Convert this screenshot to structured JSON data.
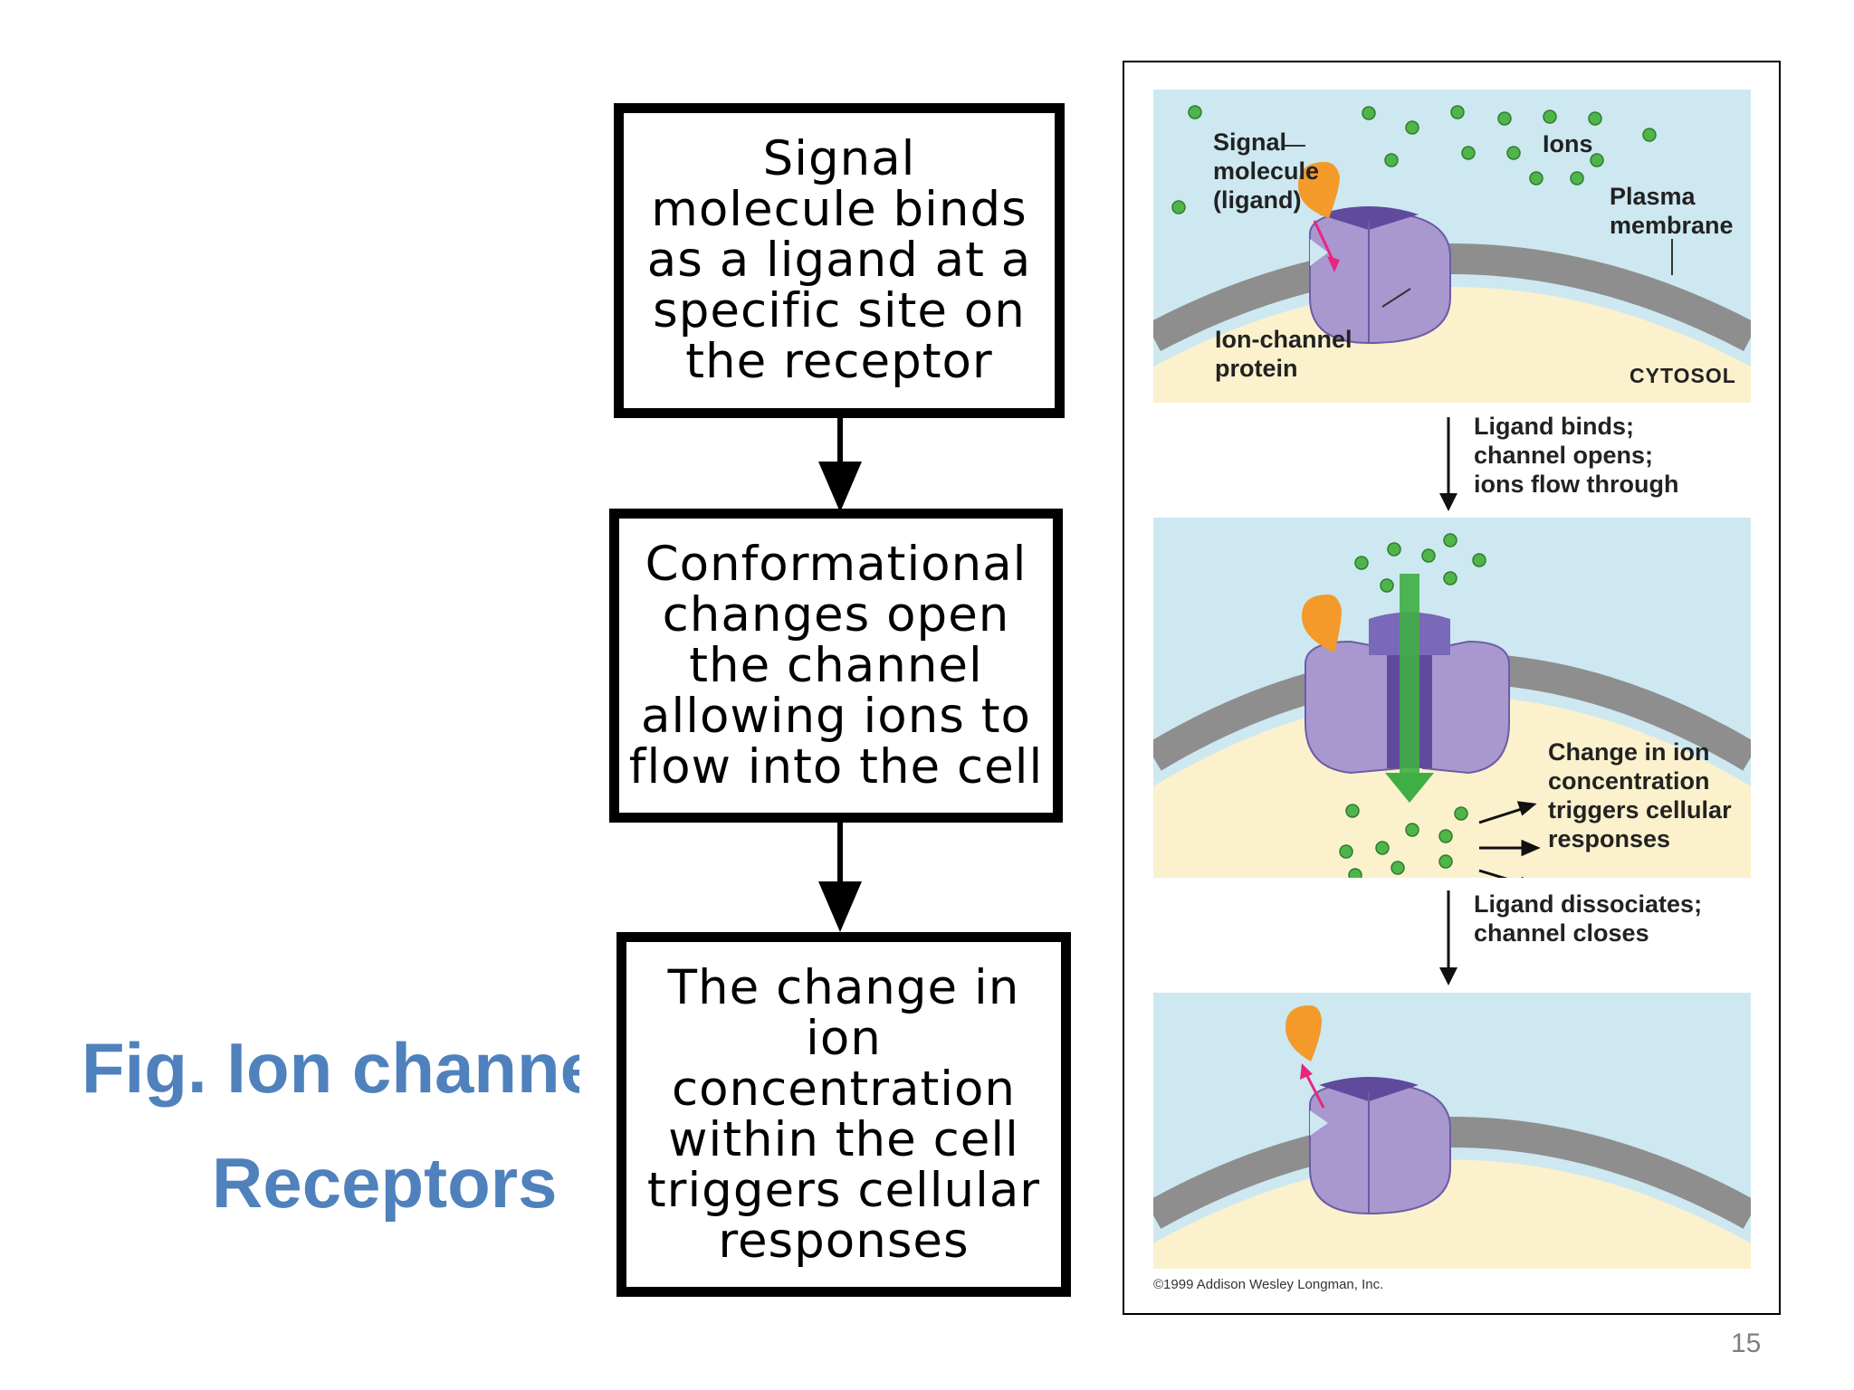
{
  "slide": {
    "title_line1": "Fig. Ion channel",
    "title_line2": "Receptors",
    "page_number": "15"
  },
  "flowchart": {
    "step1": "Signal\nmolecule binds\nas  a ligand at a\nspecific site on\nthe receptor",
    "step2": "Conformational\nchanges open\nthe channel\nallowing ions to\nflow into the cell",
    "step3": "The change in\nion\nconcentration\nwithin the cell\ntriggers cellular\nresponses"
  },
  "figure": {
    "label_signal": "Signal\nmolecule\n(ligand)",
    "label_ions": "Ions",
    "label_plasma": "Plasma\nmembrane",
    "label_ionchannel": "Ion-channel\nprotein",
    "label_cytosol": "CYTOSOL",
    "caption1": "Ligand binds;\nchannel opens;\nions flow through",
    "label_change": "Change in ion\nconcentration\ntriggers cellular\nresponses",
    "caption2": "Ligand dissociates;\nchannel closes",
    "copyright": "©1999 Addison Wesley Longman, Inc.",
    "colors": {
      "extracellular": "#cde8f1",
      "cytosol": "#fbf1cc",
      "membrane": "#8e8e8e",
      "protein": "#a898cf",
      "protein_dark": "#5f4a9c",
      "ligand": "#f39a2b",
      "ion": "#4fb54a",
      "flow_arrow": "#3fae44",
      "pointer": "#e8267f"
    }
  }
}
